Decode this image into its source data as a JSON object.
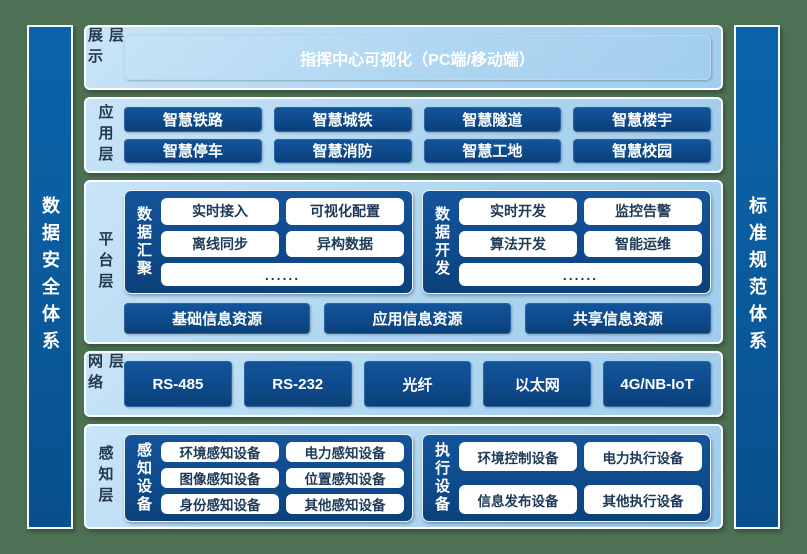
{
  "pillars": {
    "left": "数据安全体系",
    "right": "标准规范体系"
  },
  "layers": {
    "display": {
      "label": "展示层",
      "main_box": "指挥中心可视化（PC端/移动端）"
    },
    "application": {
      "label": "应用层",
      "items": [
        "智慧铁路",
        "智慧城铁",
        "智慧隧道",
        "智慧楼宇",
        "智慧停车",
        "智慧消防",
        "智慧工地",
        "智慧校园"
      ]
    },
    "platform": {
      "label": "平台层",
      "groups": [
        {
          "title": "数据汇聚",
          "items": [
            "实时接入",
            "可视化配置",
            "离线同步",
            "异构数据"
          ],
          "more": "......"
        },
        {
          "title": "数据开发",
          "items": [
            "实时开发",
            "监控告警",
            "算法开发",
            "智能运维"
          ],
          "more": "......"
        }
      ],
      "resources": [
        "基础信息资源",
        "应用信息资源",
        "共享信息资源"
      ]
    },
    "network": {
      "label": "网络层",
      "items": [
        "RS-485",
        "RS-232",
        "光纤",
        "以太网",
        "4G/NB-IoT"
      ]
    },
    "perception": {
      "label": "感知层",
      "groups": [
        {
          "title": "感知设备",
          "items": [
            "环境感知设备",
            "电力感知设备",
            "图像感知设备",
            "位置感知设备",
            "身份感知设备",
            "其他感知设备"
          ]
        },
        {
          "title": "执行设备",
          "items": [
            "环境控制设备",
            "电力执行设备",
            "信息发布设备",
            "其他执行设备"
          ]
        }
      ]
    }
  },
  "colors": {
    "background_green": "#4d7154",
    "pillar_blue": "#0b5c9e",
    "layer_light_blue": "#aed6f1",
    "block_navy": "#0e4a8b",
    "white_box": "#ffffff",
    "label_text": "#24384c"
  }
}
